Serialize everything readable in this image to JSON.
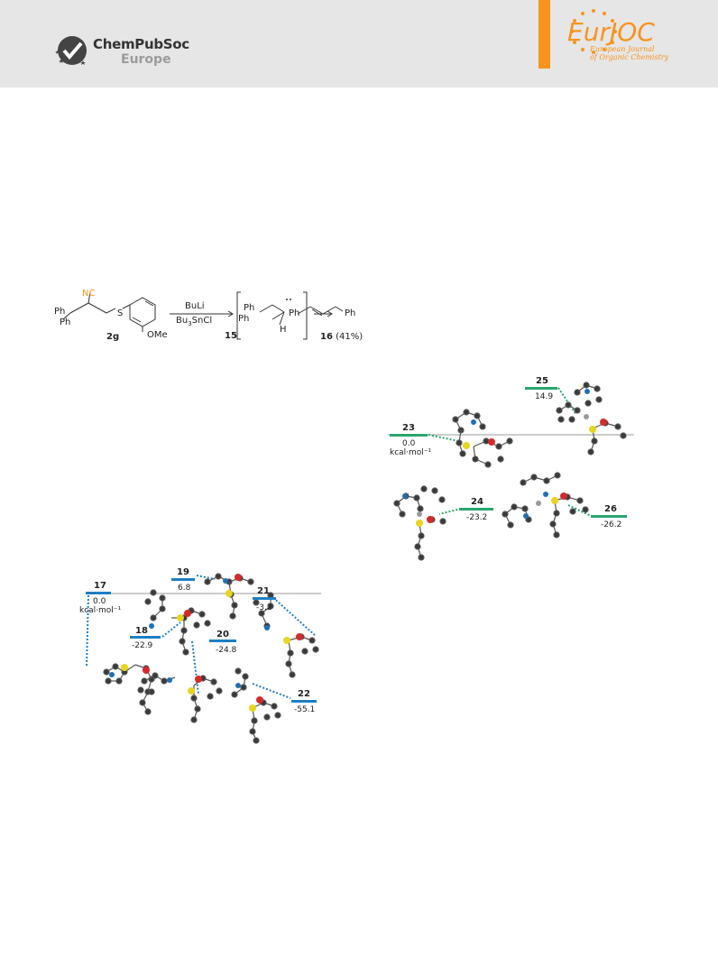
{
  "header": {
    "publisher_name": "ChemPubSoc",
    "publisher_region": "Europe",
    "journal_brand": "EurJOC",
    "journal_subtitle_line1": "European Journal",
    "journal_subtitle_line2": "of Organic Chemistry"
  },
  "scheme": {
    "nc_label": "NC",
    "s_label": "S",
    "ph_top": "Ph",
    "ph_bottom": "Ph",
    "ome_label": "OMe",
    "compound_start": "2g",
    "reagent_1": "BuLi",
    "reagent_2_prefix": "Bu",
    "reagent_2_sub": "3",
    "reagent_2_suffix": "SnCl",
    "intermediate_ph1": "Ph",
    "intermediate_ph2": "Ph",
    "intermediate_h": "H",
    "intermediate_label": "15",
    "product_ph_left": "Ph",
    "product_ph_right": "Ph",
    "product_label": "16",
    "product_yield": "(41%)"
  },
  "left_profile": {
    "states": [
      {
        "id": "17",
        "energy": "0.0",
        "unit": "kcal·mol⁻¹"
      },
      {
        "id": "19",
        "energy": "6.8"
      },
      {
        "id": "21",
        "energy": "-3.2"
      },
      {
        "id": "18",
        "energy": "-22.9"
      },
      {
        "id": "20",
        "energy": "-24.8"
      },
      {
        "id": "22",
        "energy": "-55.1"
      }
    ],
    "color": "#1f7fc4"
  },
  "right_profile": {
    "states": [
      {
        "id": "25",
        "energy": "14.9"
      },
      {
        "id": "23",
        "energy": "0.0",
        "unit": "kcal·mol⁻¹"
      },
      {
        "id": "24",
        "energy": "-23.2"
      },
      {
        "id": "26",
        "energy": "-26.2"
      }
    ],
    "color": "#2aa66f"
  },
  "atom_colors": {
    "carbon": "#3a3a3a",
    "hydrogen": "#f2f2f2",
    "nitrogen": "#1f6fb5",
    "oxygen": "#d42a2a",
    "sulfur": "#e7d51f",
    "lithium": "#9a9a9a"
  }
}
